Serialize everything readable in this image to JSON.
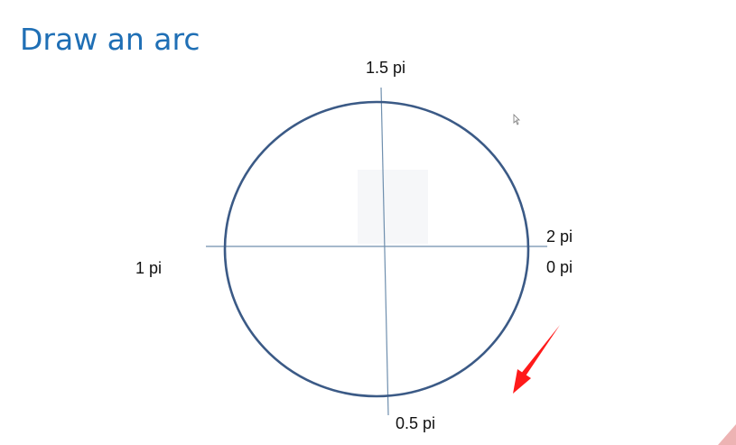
{
  "title": "Draw an arc",
  "labels": {
    "top": "1.5 pi",
    "right_upper": "2 pi",
    "right_lower": "0 pi",
    "left": "1 pi",
    "bottom": "0.5 pi"
  },
  "colors": {
    "title": "#1f6fb5",
    "circle": "#3b5a86",
    "axes": "#6f8fae",
    "arrow": "#ff1a1a",
    "corner_mark": "#e8a0a0"
  },
  "icons": {
    "cursor": "mouse-pointer-icon",
    "arrow": "red-arrow-icon"
  }
}
